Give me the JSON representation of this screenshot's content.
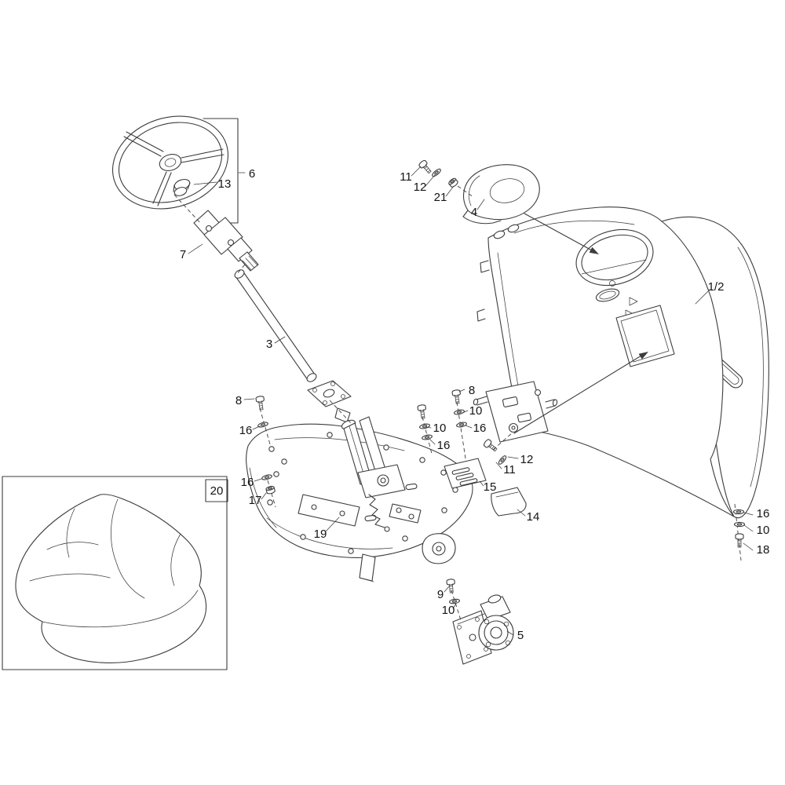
{
  "colors": {
    "line": "#3c3c3c",
    "background": "#ffffff",
    "label_text": "#141414"
  },
  "diagram": {
    "kind": "exploded-parts-diagram",
    "callouts": {
      "n11_top": "11",
      "n12_top": "12",
      "n21": "21",
      "n4": "4",
      "n6": "6",
      "n13": "13",
      "n7": "7",
      "n3": "3",
      "n1_2": "1/2",
      "n8_left": "8",
      "n16_left_upper": "16",
      "n10_mid_a": "10",
      "n16_mid_a": "16",
      "n8_mid": "8",
      "n10_mid_b": "10",
      "n16_mid_b": "16",
      "n12_right": "12",
      "n11_right": "11",
      "n15": "15",
      "n14": "14",
      "n16_left_lower": "16",
      "n17": "17",
      "n19": "19",
      "n16_right": "16",
      "n10_right": "10",
      "n18": "18",
      "n9": "9",
      "n10_bottom": "10",
      "n5": "5",
      "n20": "20"
    }
  }
}
